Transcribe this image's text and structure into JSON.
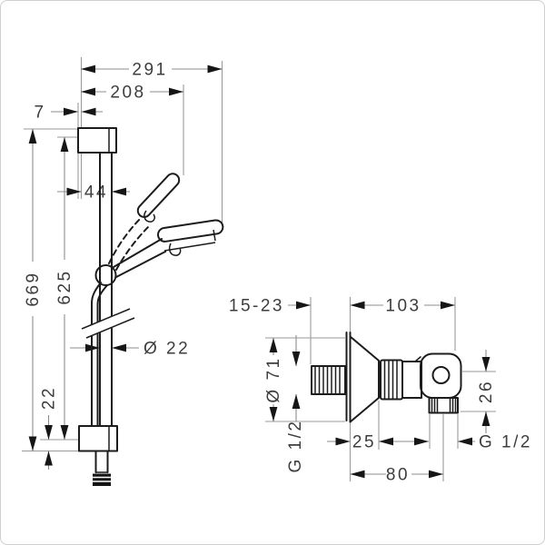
{
  "drawing": {
    "shower_rail": {
      "reach_overall": "291",
      "reach_upper": "208",
      "wall_gap": "7",
      "rail_offset": "44",
      "height_overall": "669",
      "height_bar": "625",
      "bottom_gap": "22",
      "rail_diameter": "Ø 22"
    },
    "valve": {
      "wall_range": "15-23",
      "length": "103",
      "escutcheon_diameter": "Ø 71",
      "outlet_drop": "26",
      "inlet_offset": "25",
      "spacing": "80",
      "thread_inlet": "G 1/2",
      "thread_outlet": "G 1/2"
    },
    "colors": {
      "line": "#1c1c1c",
      "dimension_line": "#8d8d8d",
      "text": "#3d3d3d",
      "background": "#ffffff",
      "frame": "#cfcfcf"
    }
  }
}
